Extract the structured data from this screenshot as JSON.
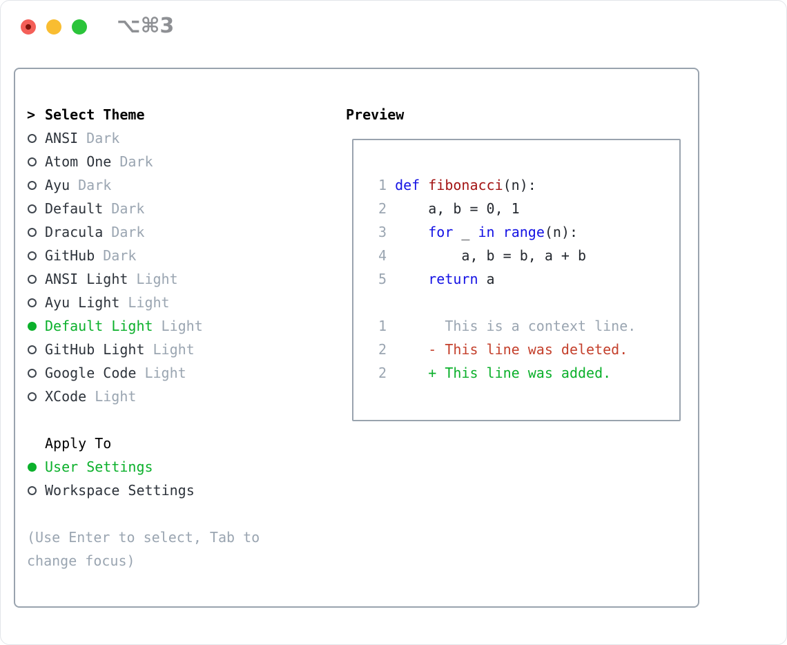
{
  "titlebar": {
    "shortcut": "⌥⌘3"
  },
  "select_theme": {
    "prompt": ">",
    "label": "Select Theme",
    "items": [
      {
        "name": "ANSI",
        "tag": "Dark",
        "selected": false
      },
      {
        "name": "Atom One",
        "tag": "Dark",
        "selected": false
      },
      {
        "name": "Ayu",
        "tag": "Dark",
        "selected": false
      },
      {
        "name": "Default",
        "tag": "Dark",
        "selected": false
      },
      {
        "name": "Dracula",
        "tag": "Dark",
        "selected": false
      },
      {
        "name": "GitHub",
        "tag": "Dark",
        "selected": false
      },
      {
        "name": "ANSI Light",
        "tag": "Light",
        "selected": false
      },
      {
        "name": "Ayu Light",
        "tag": "Light",
        "selected": false
      },
      {
        "name": "Default Light",
        "tag": "Light",
        "selected": true
      },
      {
        "name": "GitHub Light",
        "tag": "Light",
        "selected": false
      },
      {
        "name": "Google Code",
        "tag": "Light",
        "selected": false
      },
      {
        "name": "XCode",
        "tag": "Light",
        "selected": false
      }
    ]
  },
  "apply_to": {
    "label": "Apply To",
    "options": [
      {
        "name": "User Settings",
        "selected": true
      },
      {
        "name": "Workspace Settings",
        "selected": false
      }
    ]
  },
  "hints": [
    "(Use Enter to select, Tab to",
    "change focus)"
  ],
  "preview": {
    "label": "Preview",
    "lines": [
      {
        "num": "1",
        "segments": [
          {
            "c": "kw",
            "t": "def"
          },
          {
            "c": "pl",
            "t": " "
          },
          {
            "c": "fn",
            "t": "fibonacci"
          },
          {
            "c": "pl",
            "t": "(n):"
          }
        ]
      },
      {
        "num": "2",
        "segments": [
          {
            "c": "pl",
            "t": "    a, b = 0, 1"
          }
        ]
      },
      {
        "num": "3",
        "segments": [
          {
            "c": "pl",
            "t": "    "
          },
          {
            "c": "kw",
            "t": "for"
          },
          {
            "c": "pl",
            "t": " _ "
          },
          {
            "c": "kw",
            "t": "in"
          },
          {
            "c": "pl",
            "t": " "
          },
          {
            "c": "kw",
            "t": "range"
          },
          {
            "c": "pl",
            "t": "(n):"
          }
        ]
      },
      {
        "num": "4",
        "segments": [
          {
            "c": "pl",
            "t": "        a, b = b, a + b"
          }
        ]
      },
      {
        "num": "5",
        "segments": [
          {
            "c": "pl",
            "t": "    "
          },
          {
            "c": "kw",
            "t": "return"
          },
          {
            "c": "pl",
            "t": " a"
          }
        ]
      },
      {
        "num": "",
        "segments": []
      },
      {
        "num": "1",
        "segments": [
          {
            "c": "ctx",
            "t": "      This is a context line."
          }
        ]
      },
      {
        "num": "2",
        "segments": [
          {
            "c": "del",
            "t": "    - This line was deleted."
          }
        ]
      },
      {
        "num": "2",
        "segments": [
          {
            "c": "add",
            "t": "    + This line was added."
          }
        ]
      }
    ]
  },
  "colors": {
    "accent_green": "#0bb02b",
    "added_green": "#0bb02b",
    "deleted_red": "#c4402c",
    "keyword_blue": "#1412e4",
    "function_red": "#a31414",
    "muted_gray": "#9aa5b1",
    "text_dark": "#2d333b",
    "border_gray": "#99a3ae",
    "titlebar_gray": "#8e9094",
    "traffic_red": "#f45f58",
    "traffic_yellow": "#f9bd31",
    "traffic_green": "#2bc43a"
  }
}
